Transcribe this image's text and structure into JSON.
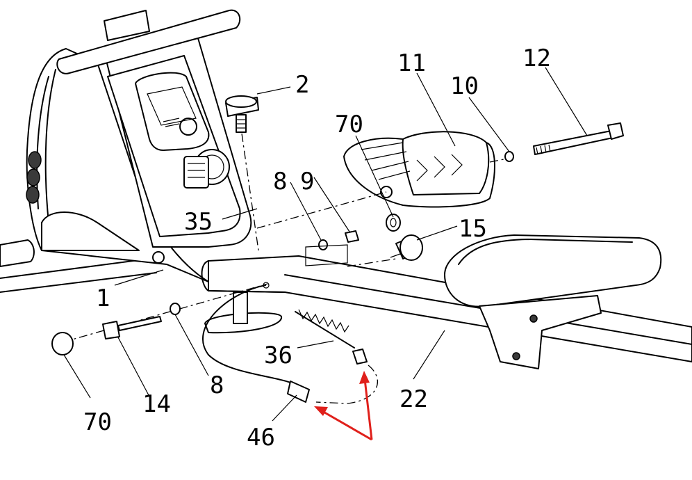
{
  "callouts": {
    "c1": "1",
    "c2": "2",
    "c8a": "8",
    "c8b": "8",
    "c9": "9",
    "c10": "10",
    "c11": "11",
    "c12": "12",
    "c14": "14",
    "c15": "15",
    "c22": "22",
    "c35": "35",
    "c36": "36",
    "c46": "46",
    "c70a": "70",
    "c70b": "70"
  },
  "colors": {
    "line": "#000000",
    "arrow": "#e0201b",
    "background": "#ffffff"
  }
}
